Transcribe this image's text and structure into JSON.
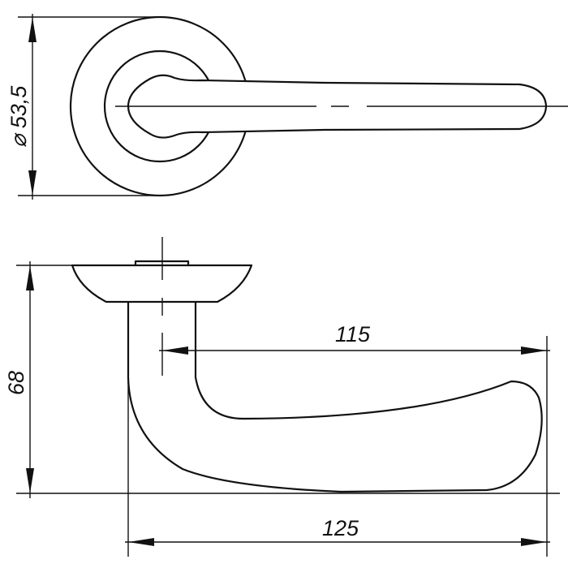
{
  "drawing": {
    "subject": "door lever handle on round rosette",
    "views": [
      "top view",
      "side view"
    ],
    "line_color": "#111111",
    "background": "#ffffff"
  },
  "dimensions": {
    "rosette_diameter": {
      "symbol": "⌀",
      "value": "53,5",
      "label": "⌀ 53,5"
    },
    "height": {
      "value": "68",
      "label": "68"
    },
    "lever_length_from_axis": {
      "value": "115",
      "label": "115"
    },
    "overall_length": {
      "value": "125",
      "label": "125"
    }
  }
}
